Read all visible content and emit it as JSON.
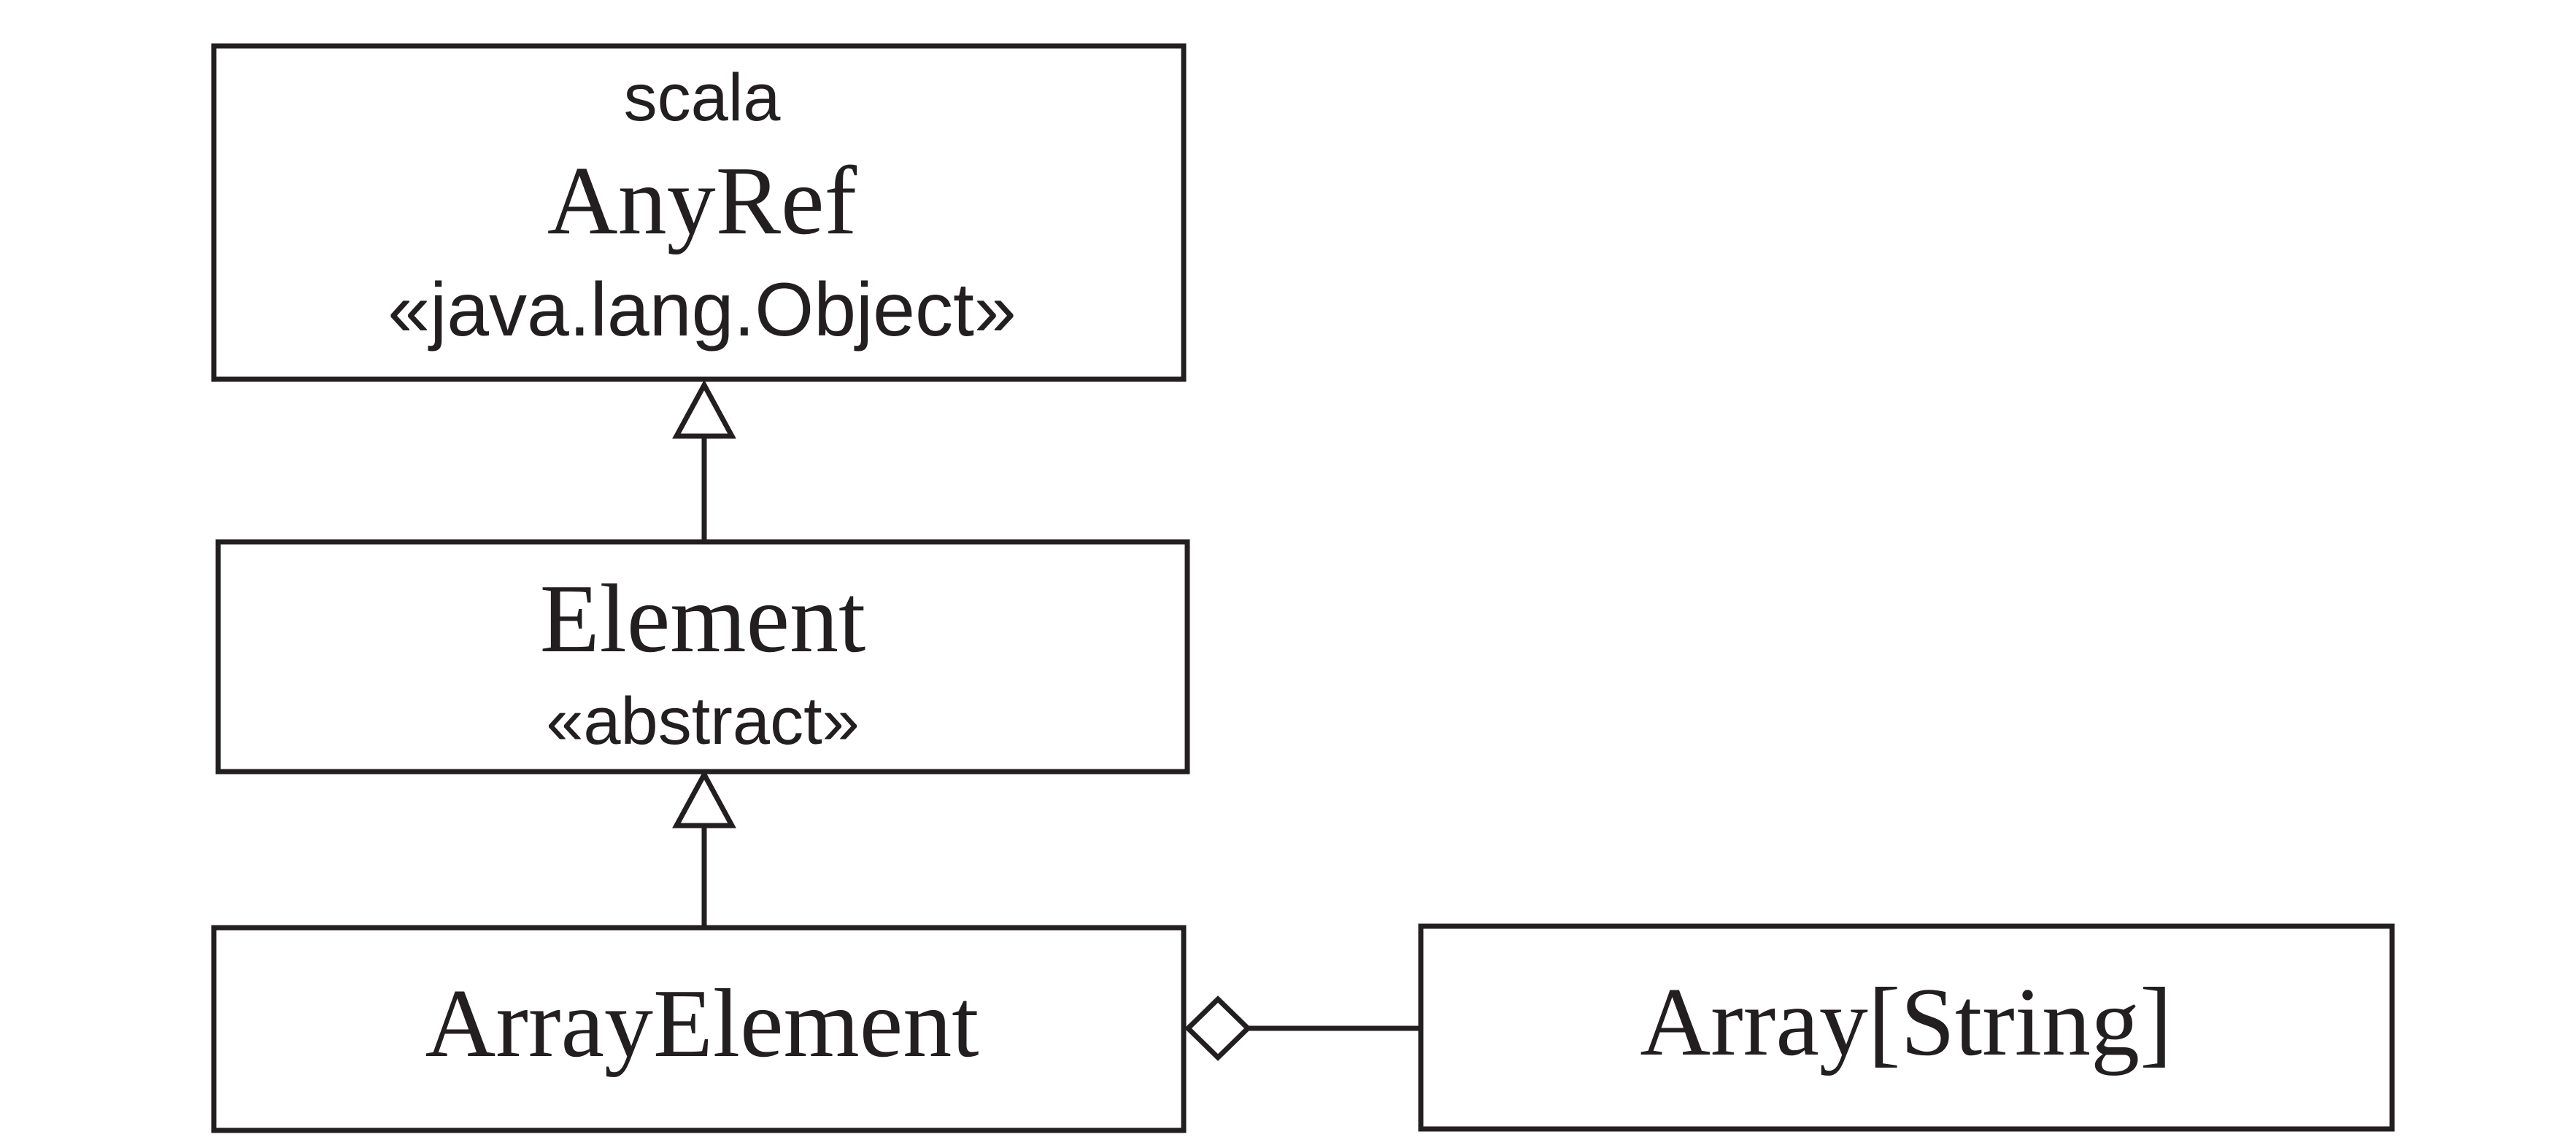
{
  "nodes": {
    "anyref": {
      "package": "scala",
      "name": "AnyRef",
      "stereotype": "«java.lang.Object»"
    },
    "element": {
      "name": "Element",
      "stereotype": "«abstract»"
    },
    "array_element": {
      "name": "ArrayElement"
    },
    "array_string": {
      "name": "Array[String]"
    }
  },
  "relationships": [
    {
      "from": "element",
      "to": "anyref",
      "type": "inheritance"
    },
    {
      "from": "array_element",
      "to": "element",
      "type": "inheritance"
    },
    {
      "from": "array_string",
      "to": "array_element",
      "type": "aggregation"
    }
  ],
  "colors": {
    "stroke": "#231f20",
    "background": "#ffffff"
  }
}
